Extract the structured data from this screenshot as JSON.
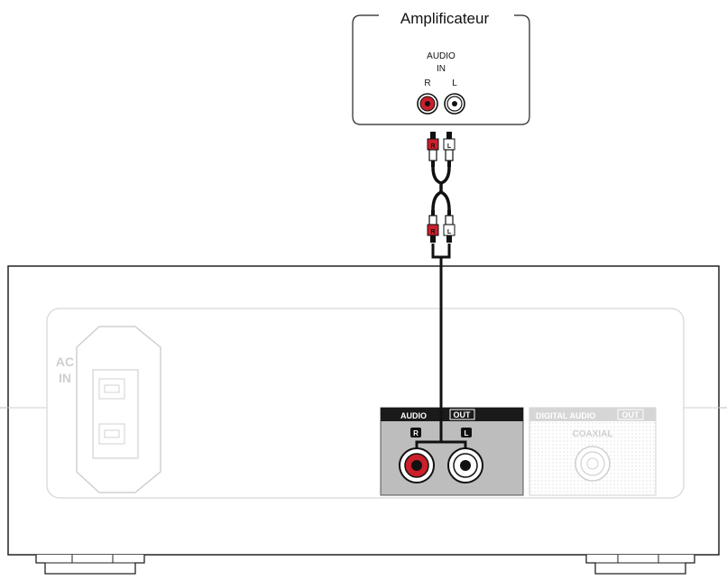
{
  "amplifier": {
    "title": "Amplificateur",
    "audio_in_line1": "AUDIO",
    "audio_in_line2": "IN",
    "right_label": "R",
    "left_label": "L"
  },
  "cable": {
    "plug_right_mark": "R",
    "plug_left_mark": "L"
  },
  "device": {
    "ac_in_line1": "AC",
    "ac_in_line2": "IN",
    "audio_out_label": "AUDIO",
    "audio_out_suffix": "OUT",
    "audio_out_right": "R",
    "audio_out_left": "L",
    "digital_out_label": "DIGITAL AUDIO",
    "digital_out_suffix": "OUT",
    "coaxial_label": "COAXIAL"
  },
  "colors": {
    "red_jack": "#cc1f2b",
    "panel_dark": "#bdbdbd",
    "faded": "#d6d6d6"
  }
}
